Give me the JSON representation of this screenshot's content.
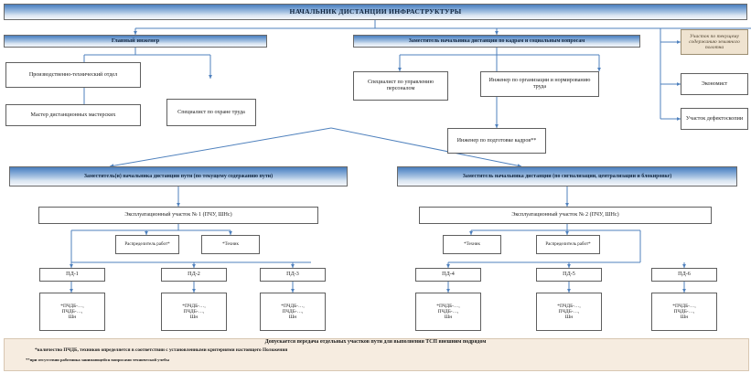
{
  "title": "НАЧАЛЬНИК ДИСТАНЦИИ ИНФРАСТРУКТУРЫ",
  "colors": {
    "banner_top": "#4a7ebb",
    "banner_bottom": "#f2f6fb",
    "connector": "#4f81bd",
    "box_border": "#5f5f5f",
    "tan_fill": "#efe3d0",
    "tan_border": "#9c8e72",
    "footer_fill": "#f6ece0",
    "background": "#ffffff"
  },
  "level1": {
    "root": "НАЧАЛЬНИК ДИСТАНЦИИ ИНФРАСТРУКТУРЫ"
  },
  "level2": {
    "chief_engineer": "Главный инженер",
    "deputy_hr": "Заместитель начальника дистанции по кадрам и социальным вопросам"
  },
  "chief_engineer_children": [
    "Производственно-технический отдел",
    "Мастер дистанционных мастерских",
    "Специалист по охране труда"
  ],
  "deputy_hr_children": [
    "Специалист по управлению персоналом",
    "Инженер по организации и нормированию труда",
    "Инженер по подготовке кадров**"
  ],
  "direct_reports": [
    "Участок по текущему содержанию земляного полотна",
    "Экономист",
    "Участок дефектоскопии"
  ],
  "deputies": [
    {
      "title": "Заместитель(и) начальника дистанции пути (по текущему содержанию пути)",
      "section": "Эксплуатационный участок № 1 (ПЧУ, ШНс)",
      "staff": [
        "Распределитель работ*",
        "*Техник"
      ],
      "units": [
        {
          "label": "ПД-1",
          "crew": "*ПЧДБ-…,\nПЧДБ-…,\nШн"
        },
        {
          "label": "ПД-2",
          "crew": "*ПЧДБ-…,\nПЧДБ-…,\nШн"
        },
        {
          "label": "ПД-3",
          "crew": "*ПЧДБ-…,\nПЧДБ-…,\nШн"
        }
      ]
    },
    {
      "title": "Заместитель начальника дистанции (по сигнализации, централизации и блокировке)",
      "section": "Эксплуатационный участок № 2 (ПЧУ, ШНс)",
      "staff": [
        "*Техник",
        "Распределитель работ*"
      ],
      "units": [
        {
          "label": "ПД-4",
          "crew": "*ПЧДБ-…,\nПЧДБ-…,\nШн"
        },
        {
          "label": "ПД-5",
          "crew": "*ПЧДБ-…,\nПЧДБ-…,\nШн"
        },
        {
          "label": "ПД-6",
          "crew": "*ПЧДБ-…,\nПЧДБ-…,\nШн"
        }
      ]
    }
  ],
  "footer": {
    "title": "Допускается передача отдельных участков пути для выполнения ТСП внешним подрядом",
    "note1": "*количество ПЧДБ, техников определяется в соответствии с установленными критериями настоящего Положения",
    "note2": "**при отсутствии работника занимающейся вопросами технической учебы"
  }
}
